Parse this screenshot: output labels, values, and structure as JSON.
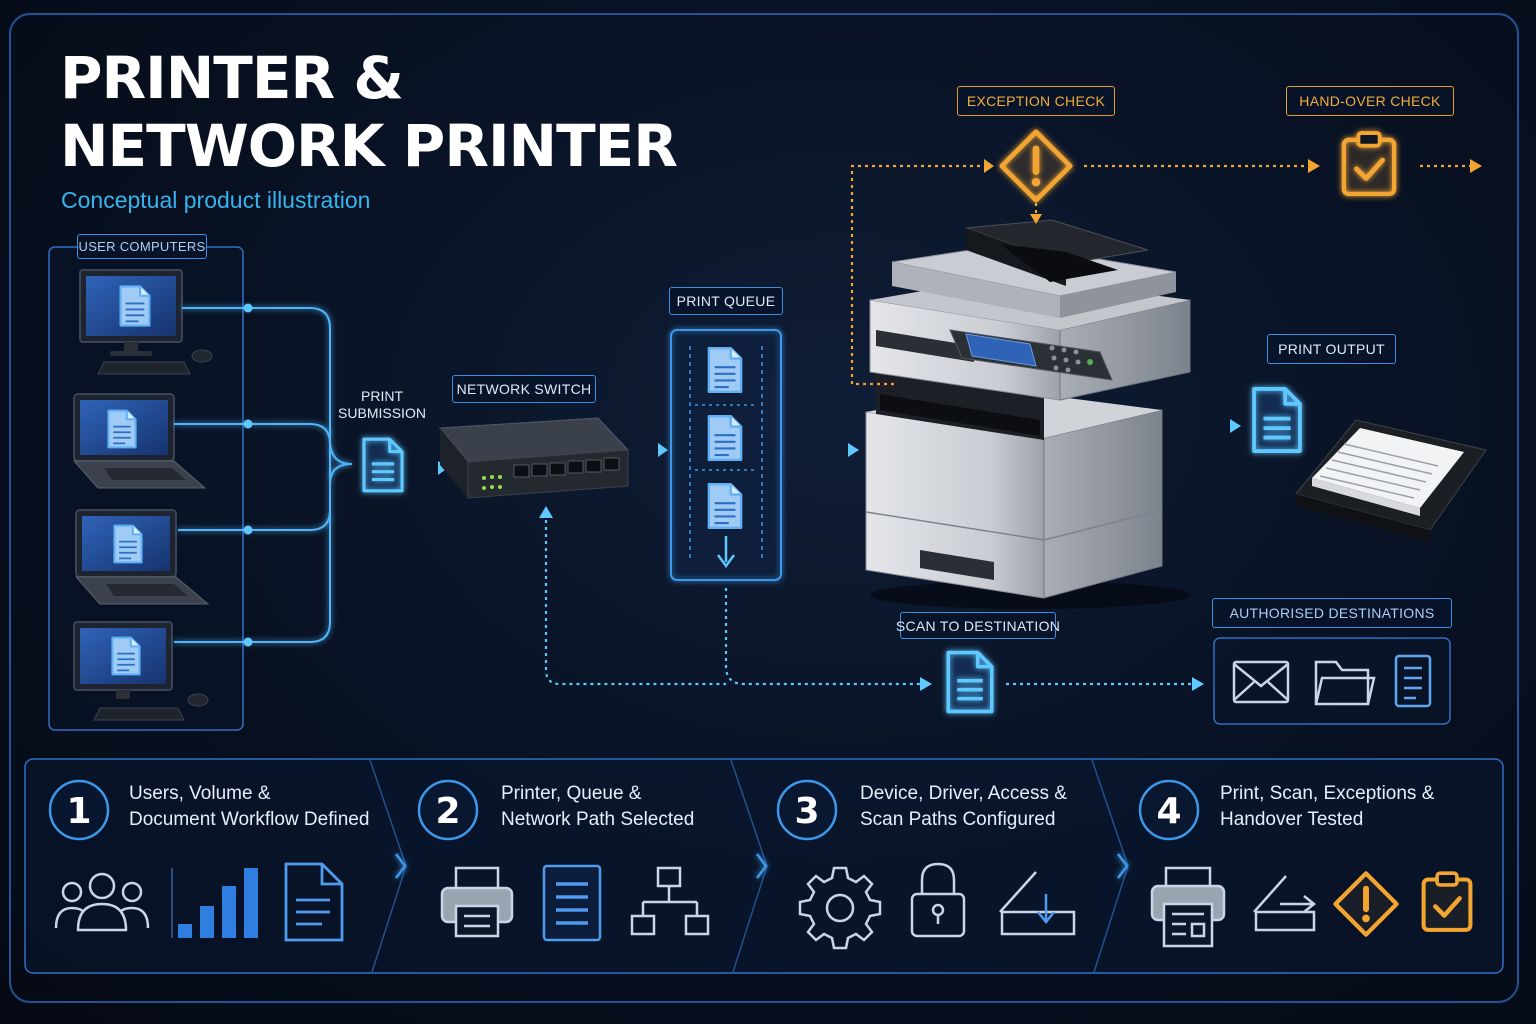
{
  "title": {
    "line1": "PRINTER &",
    "line2": "NETWORK PRINTER"
  },
  "subtitle": "Conceptual product illustration",
  "labels": {
    "user_computers": "USER COMPUTERS",
    "print_submission_line1": "PRINT",
    "print_submission_line2": "SUBMISSION",
    "network_switch": "NETWORK SWITCH",
    "print_queue": "PRINT QUEUE",
    "exception_check": "EXCEPTION CHECK",
    "hand_over_check": "HAND-OVER CHECK",
    "print_output": "PRINT OUTPUT",
    "scan_to_destination": "SCAN TO DESTINATION",
    "authorised_destinations": "AUTHORISED DESTINATIONS"
  },
  "steps": [
    {
      "number": "1",
      "line1": "Users, Volume &",
      "line2": "Document Workflow Defined"
    },
    {
      "number": "2",
      "line1": "Printer, Queue &",
      "line2": "Network Path Selected"
    },
    {
      "number": "3",
      "line1": "Device, Driver, Access &",
      "line2": "Scan Paths Configured"
    },
    {
      "number": "4",
      "line1": "Print, Scan, Exceptions &",
      "line2": "Handover Tested"
    }
  ],
  "colors": {
    "accent_blue": "#3aa6ff",
    "flow_cyan": "#5ec8ff",
    "warning_orange": "#f2a531",
    "panel_border": "#2f6fc4",
    "background": "#060b16"
  },
  "icons": {
    "computers": [
      "desktop-monitor-icon",
      "laptop-icon",
      "laptop-icon",
      "desktop-monitor-icon"
    ],
    "flow": [
      "document-icon",
      "network-switch-icon",
      "print-queue-icon",
      "multifunction-printer-icon",
      "paper-tray-icon",
      "warning-diamond-icon",
      "clipboard-check-icon"
    ],
    "destinations": [
      "envelope-icon",
      "folder-icon",
      "document-icon"
    ],
    "step1": [
      "users-group-icon",
      "bar-chart-icon",
      "document-icon"
    ],
    "step2": [
      "printer-icon",
      "queue-list-icon",
      "network-tree-icon"
    ],
    "step3": [
      "gear-icon",
      "padlock-icon",
      "scan-download-icon"
    ],
    "step4": [
      "printer-document-icon",
      "scan-send-icon",
      "warning-diamond-icon",
      "clipboard-check-icon"
    ]
  }
}
